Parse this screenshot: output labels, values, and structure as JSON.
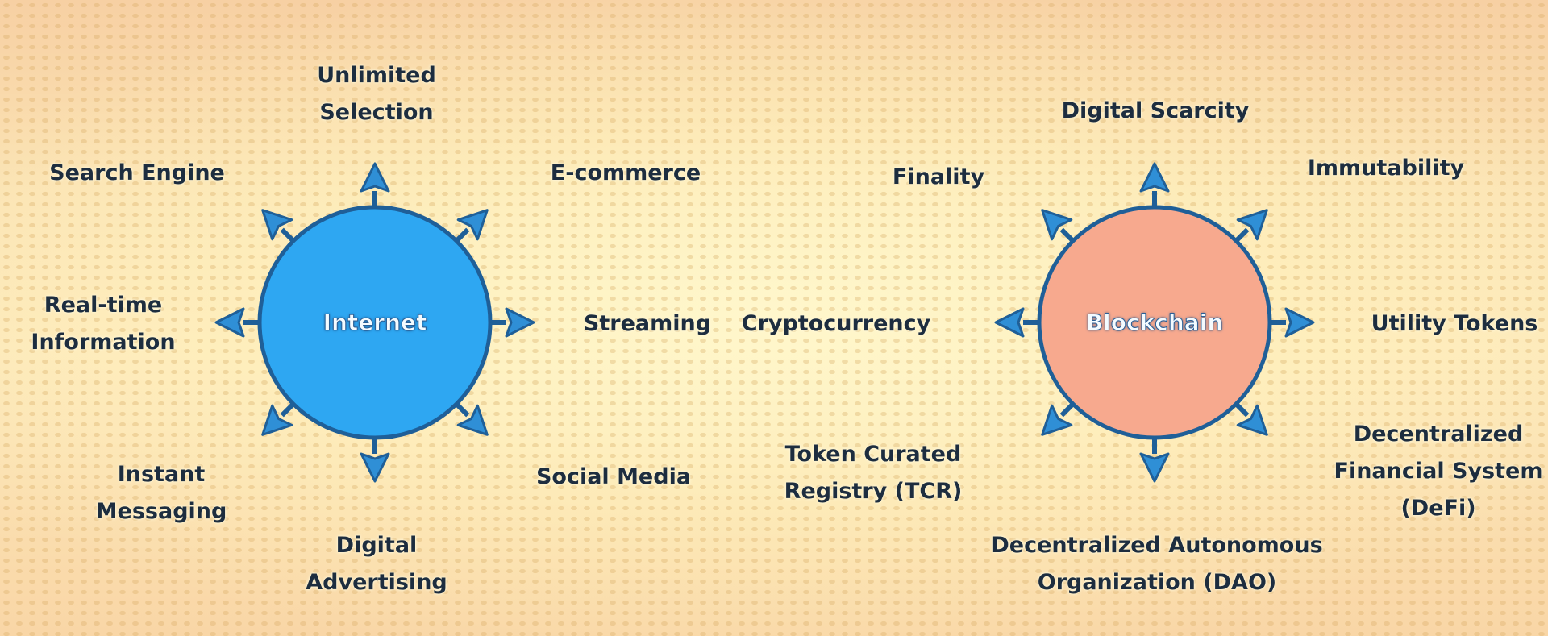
{
  "colors": {
    "internet_fill": "#2ea7f2",
    "blockchain_fill": "#f7a98e",
    "outline": "#1f5f98",
    "arrow": "#2f8fd6",
    "label": "#1d2d3f"
  },
  "hubs": {
    "internet": {
      "label": "Internet",
      "spokes": [
        {
          "lines": [
            "Unlimited",
            "Selection"
          ]
        },
        {
          "lines": [
            "E-commerce"
          ]
        },
        {
          "lines": [
            "Streaming"
          ]
        },
        {
          "lines": [
            "Social Media"
          ]
        },
        {
          "lines": [
            "Digital",
            "Advertising"
          ]
        },
        {
          "lines": [
            "Instant",
            "Messaging"
          ]
        },
        {
          "lines": [
            "Real-time",
            "Information"
          ]
        },
        {
          "lines": [
            "Search Engine"
          ]
        }
      ]
    },
    "blockchain": {
      "label": "Blockchain",
      "spokes": [
        {
          "lines": [
            "Digital Scarcity"
          ]
        },
        {
          "lines": [
            "Immutability"
          ]
        },
        {
          "lines": [
            "Utility Tokens"
          ]
        },
        {
          "lines": [
            "Decentralized",
            "Financial System",
            "(DeFi)"
          ]
        },
        {
          "lines": [
            "Decentralized Autonomous",
            "Organization (DAO)"
          ]
        },
        {
          "lines": [
            "Token Curated",
            "Registry (TCR)"
          ]
        },
        {
          "lines": [
            "Cryptocurrency"
          ]
        },
        {
          "lines": [
            "Finality"
          ]
        }
      ]
    }
  }
}
